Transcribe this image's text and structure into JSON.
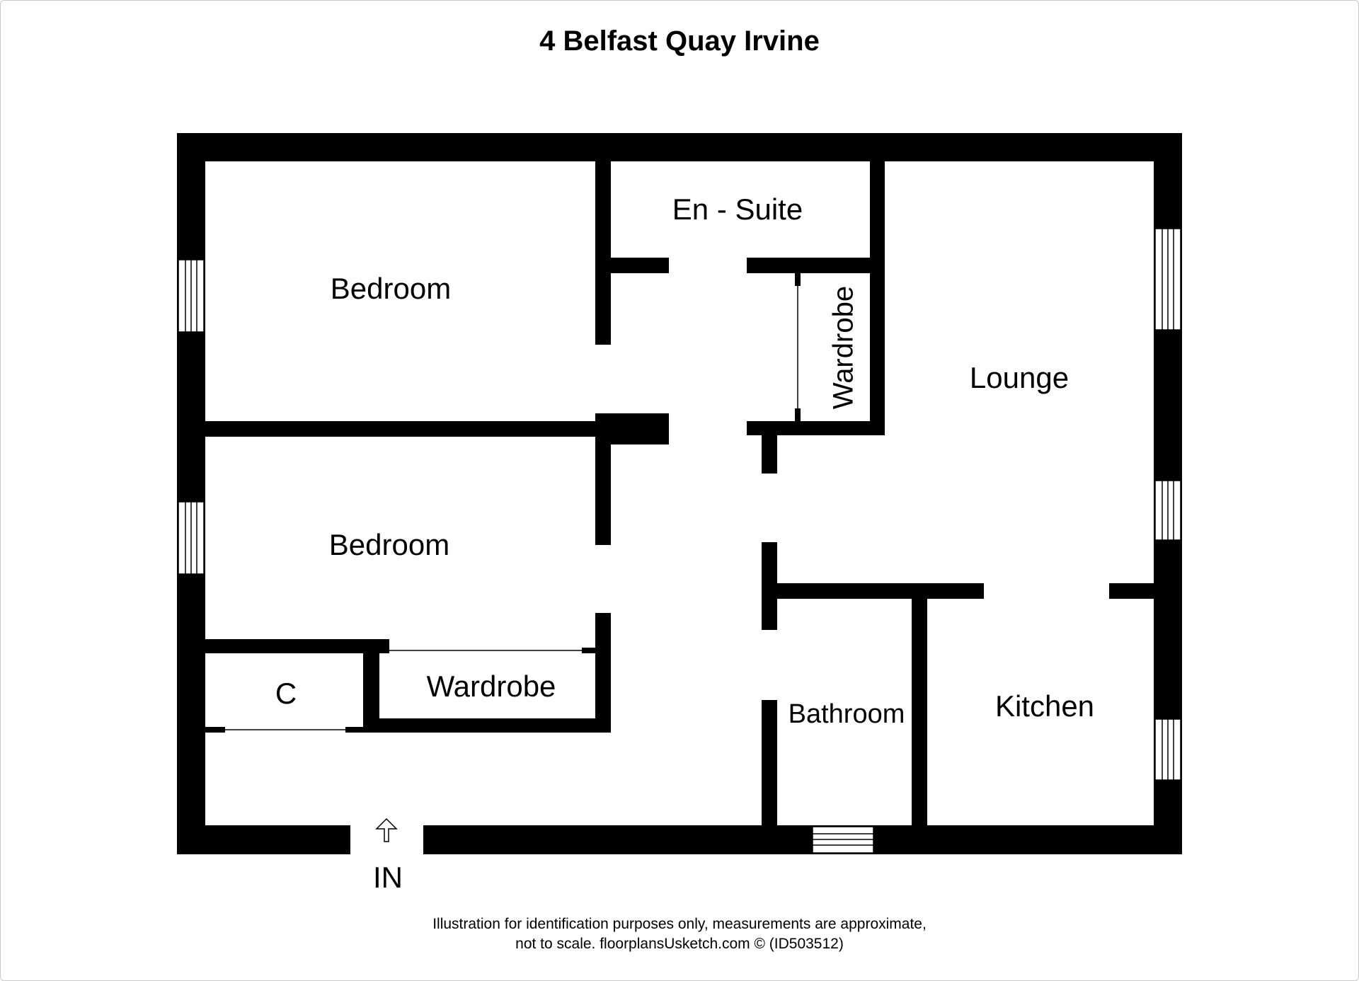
{
  "title": "4 Belfast Quay Irvine",
  "rooms": {
    "bedroom_1": "Bedroom",
    "bedroom_2": "Bedroom",
    "en_suite": "En - Suite",
    "wardrobe_1": "Wardrobe",
    "wardrobe_2": "Wardrobe",
    "lounge": "Lounge",
    "cupboard": "C",
    "bathroom": "Bathroom",
    "kitchen": "Kitchen"
  },
  "entrance_label": "IN",
  "footer": {
    "line1": "Illustration for identification purposes only, measurements are approximate,",
    "line2": "not to scale. floorplansUsketch.com © (ID503512)"
  },
  "colors": {
    "wall": "#000000",
    "background": "#ffffff"
  }
}
